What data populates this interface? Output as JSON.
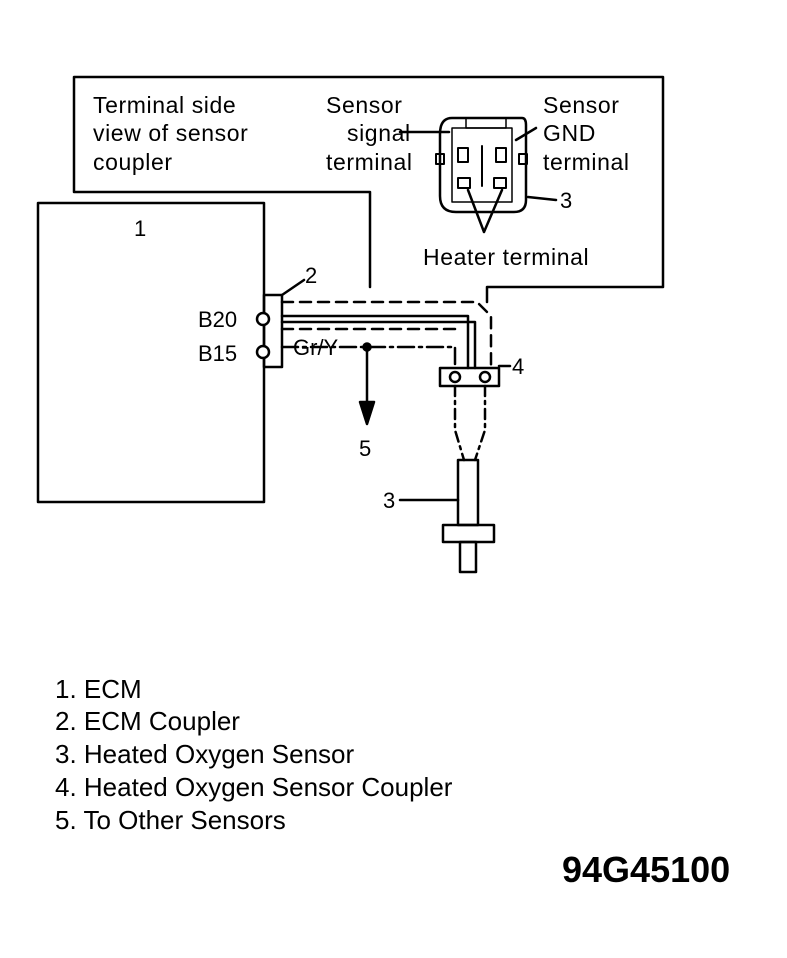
{
  "callout": {
    "view_line1": "Terminal side",
    "view_line2": "view of sensor",
    "view_line3": "coupler",
    "signal_line1": "Sensor",
    "signal_line2": "signal",
    "signal_line3": "terminal",
    "gnd_line1": "Sensor",
    "gnd_line2": "GND",
    "gnd_line3": "terminal",
    "heater": "Heater terminal"
  },
  "labels": {
    "ecm_num": "1",
    "coupler_num": "2",
    "sensor_num_top": "3",
    "sensor_num_bottom": "3",
    "sensor_coupler_num": "4",
    "other_num": "5",
    "pin_b20": "B20",
    "pin_b15": "B15",
    "wire_color": "Gr/Y"
  },
  "legend": [
    "1. ECM",
    "2. ECM Coupler",
    "3. Heated Oxygen Sensor",
    "4. Heated Oxygen Sensor Coupler",
    "5. To Other Sensors"
  ],
  "figure_code": "94G45100",
  "colors": {
    "ink": "#000000",
    "paper": "#ffffff"
  }
}
